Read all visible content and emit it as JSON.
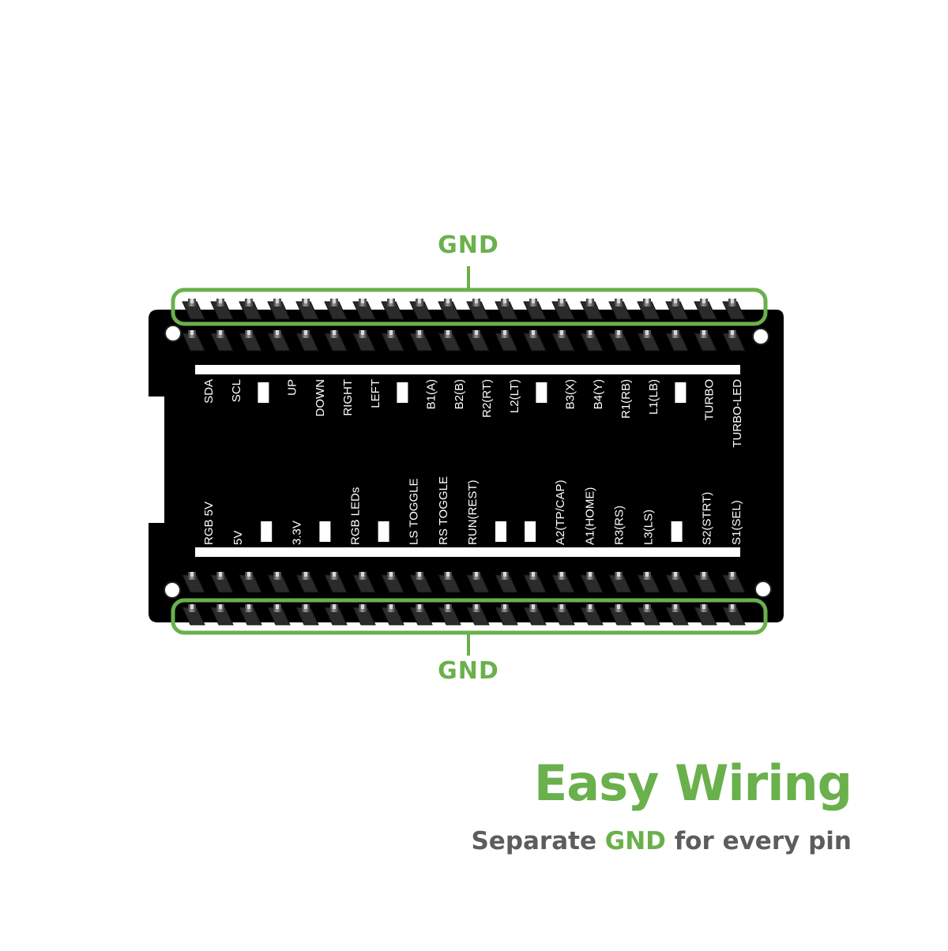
{
  "gnd_label_top": "GND",
  "gnd_label_bottom": "GND",
  "title": "Easy Wiring",
  "subtitle": {
    "before": "Separate ",
    "accent": "GND",
    "after": " for every pin"
  },
  "top_pin_labels": [
    "SDA",
    "SCL",
    "",
    "UP",
    "DOWN",
    "RIGHT",
    "LEFT",
    "",
    "B1(A)",
    "B2(B)",
    "R2(RT)",
    "L2(LT)",
    "",
    "B3(X)",
    "B4(Y)",
    "R1(RB)",
    "L1(LB)",
    "",
    "TURBO",
    "TURBO-LED"
  ],
  "bottom_pin_labels": [
    "RGB 5V",
    "5V",
    "",
    "3.3V",
    "",
    "RGB LEDs",
    "",
    "LS TOGGLE",
    "RS TOGGLE",
    "RUN(REST)",
    "",
    "",
    "A2(TP/CAP)",
    "A1(HOME)",
    "R3(RS)",
    "L3(LS)",
    "",
    "S2(STRT)",
    "S1(SEL)"
  ],
  "colors": {
    "accent": "#6ab04c",
    "board": "#000000",
    "subtitle_text": "#5d5d5d"
  }
}
